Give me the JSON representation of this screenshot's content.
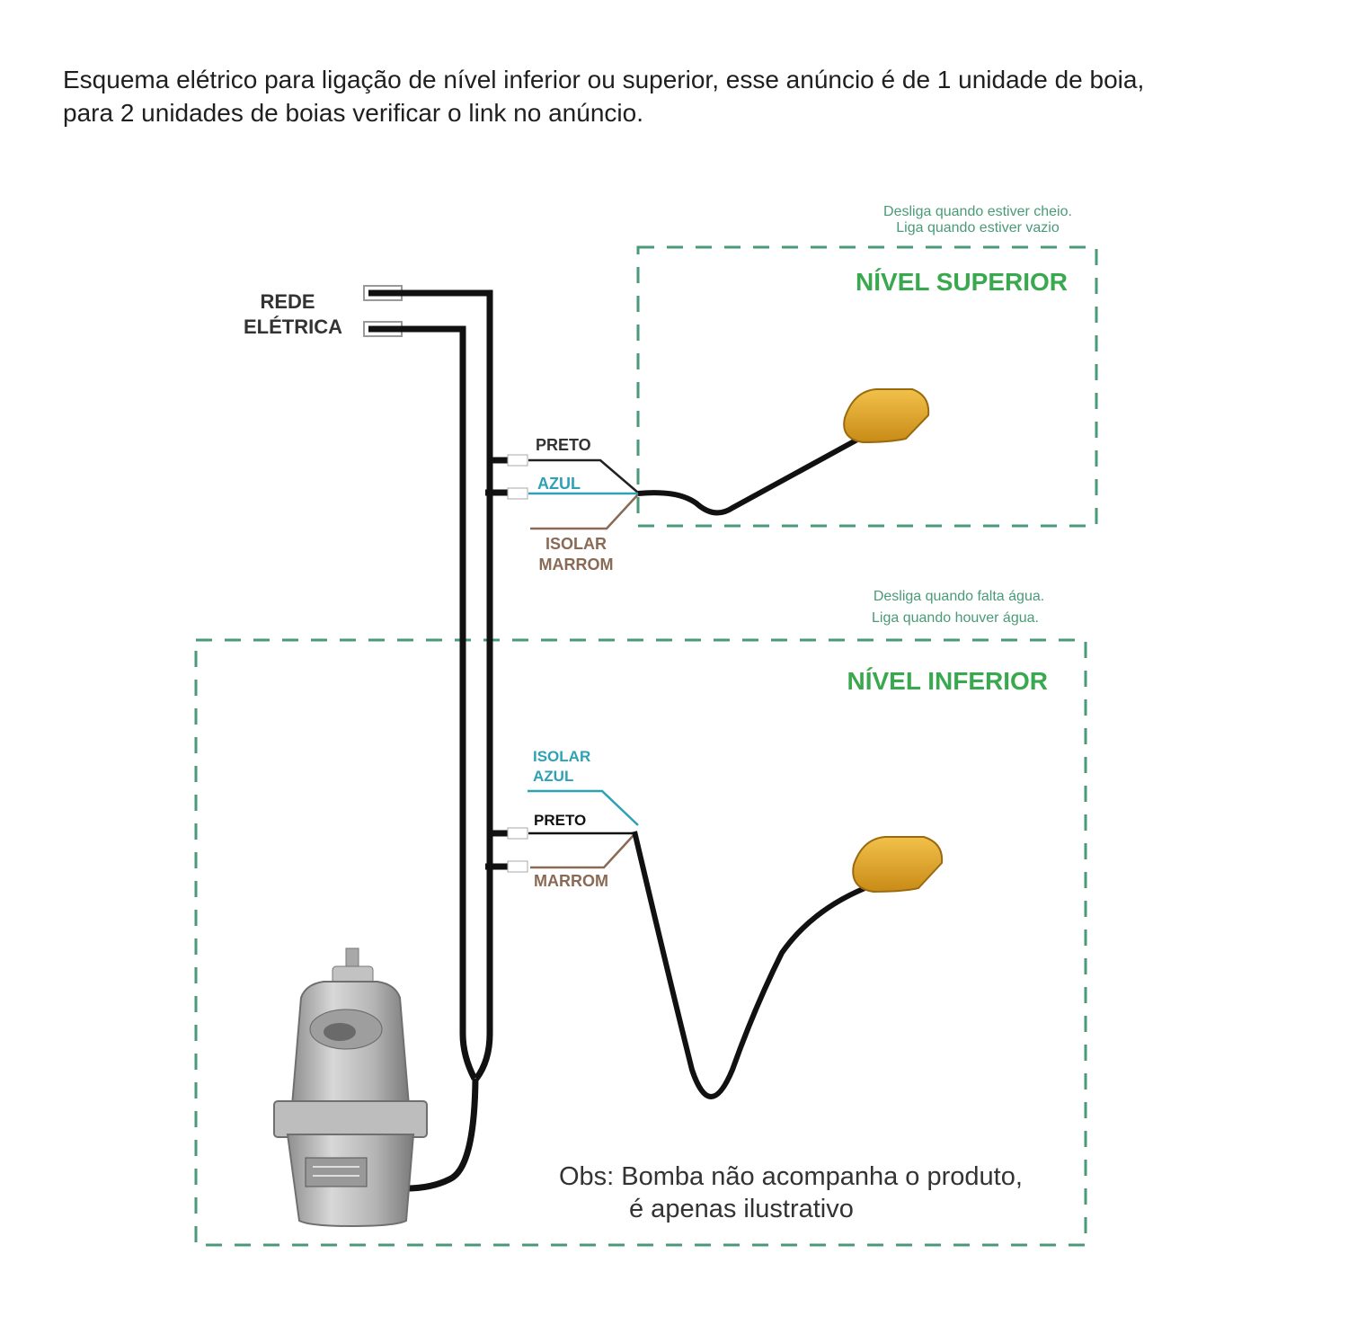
{
  "intro": {
    "line1": "Esquema elétrico para ligação de nível inferior ou superior, esse anúncio é de 1 unidade de boia,",
    "line2": "para 2 unidades de boias verificar o link no anúncio."
  },
  "mains": {
    "line1": "REDE",
    "line2": "ELÉTRICA"
  },
  "upper": {
    "title": "NÍVEL SUPERIOR",
    "note1": "Desliga quando estiver cheio.",
    "note2": "Liga quando estiver vazio",
    "wire_black": "PRETO",
    "wire_blue": "AZUL",
    "wire_brown1": "ISOLAR",
    "wire_brown2": "MARROM"
  },
  "lower": {
    "title": "NÍVEL INFERIOR",
    "note1": "Desliga quando falta água.",
    "note2": "Liga quando houver água.",
    "wire_blue1": "ISOLAR",
    "wire_blue2": "AZUL",
    "wire_black": "PRETO",
    "wire_brown": "MARROM"
  },
  "obs": {
    "line1": "Obs: Bomba não acompanha o produto,",
    "line2": "é apenas ilustrativo"
  },
  "colors": {
    "zone": "#4a9a78",
    "title_green": "#3aa84e",
    "wire_black": "#111111",
    "wire_blue": "#2ea1b5",
    "wire_brown": "#8a6a55",
    "float": "#e0a528"
  }
}
